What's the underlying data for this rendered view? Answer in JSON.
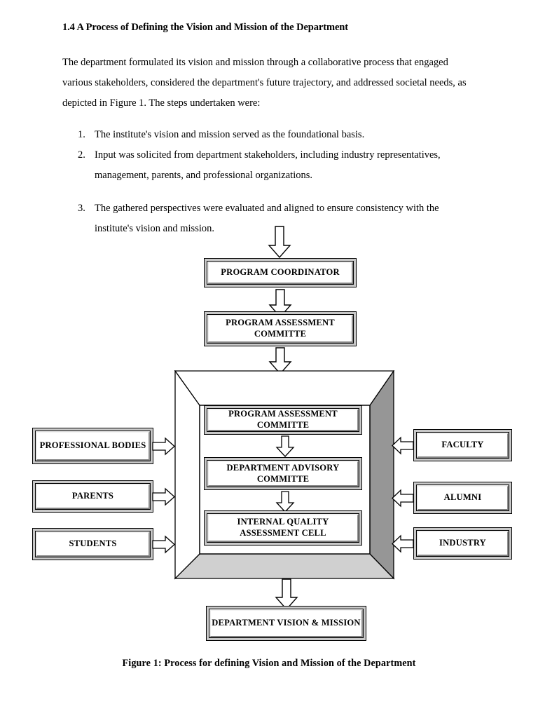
{
  "document": {
    "heading": "1.4 A Process of Defining the Vision and Mission of the Department",
    "intro": "The department formulated its vision and mission through a collaborative process that engaged various stakeholders, considered the department's future trajectory, and addressed societal needs, as depicted in Figure 1. The steps undertaken were:",
    "steps": [
      "The institute's vision and mission served as the foundational basis.",
      "Input was solicited from department stakeholders, including industry representatives, management, parents, and professional organizations.",
      "The gathered perspectives were evaluated and aligned to ensure consistency with the institute's vision and mission."
    ],
    "figure_caption": "Figure 1: Process for defining Vision and Mission of the Department"
  },
  "diagram": {
    "top_chain": [
      {
        "id": "program-coordinator",
        "label": "PROGRAM COORDINATOR"
      },
      {
        "id": "program-assessment-committe-top",
        "label": "PROGRAM ASSESSMENT COMMITTE"
      }
    ],
    "inner_boxes": [
      {
        "id": "program-assessment-committe",
        "label": "PROGRAM ASSESSMENT COMMITTE"
      },
      {
        "id": "department-advisory-committe",
        "label": "DEPARTMENT ADVISORY COMMITTE"
      },
      {
        "id": "internal-quality-assessment-cell",
        "label": "INTERNAL QUALITY ASSESSMENT CELL"
      }
    ],
    "left_boxes": [
      {
        "id": "professional-bodies",
        "label": "PROFESSIONAL BODIES"
      },
      {
        "id": "parents",
        "label": "PARENTS"
      },
      {
        "id": "students",
        "label": "STUDENTS"
      }
    ],
    "right_boxes": [
      {
        "id": "faculty",
        "label": "FACULTY"
      },
      {
        "id": "alumni",
        "label": "ALUMNI"
      },
      {
        "id": "industry",
        "label": "INDUSTRY"
      }
    ],
    "output_box": {
      "id": "department-vision-mission",
      "label": "DEPARTMENT VISION & MISSION"
    },
    "colors": {
      "outline": "#000000",
      "box_fill": "#ffffff",
      "bevel_light": "#f2f2f2",
      "bevel_dark": "#808080",
      "container_right_wall": "#969696",
      "container_bottom_floor": "#d0d0d0",
      "arrow_fill": "#ffffff"
    }
  }
}
